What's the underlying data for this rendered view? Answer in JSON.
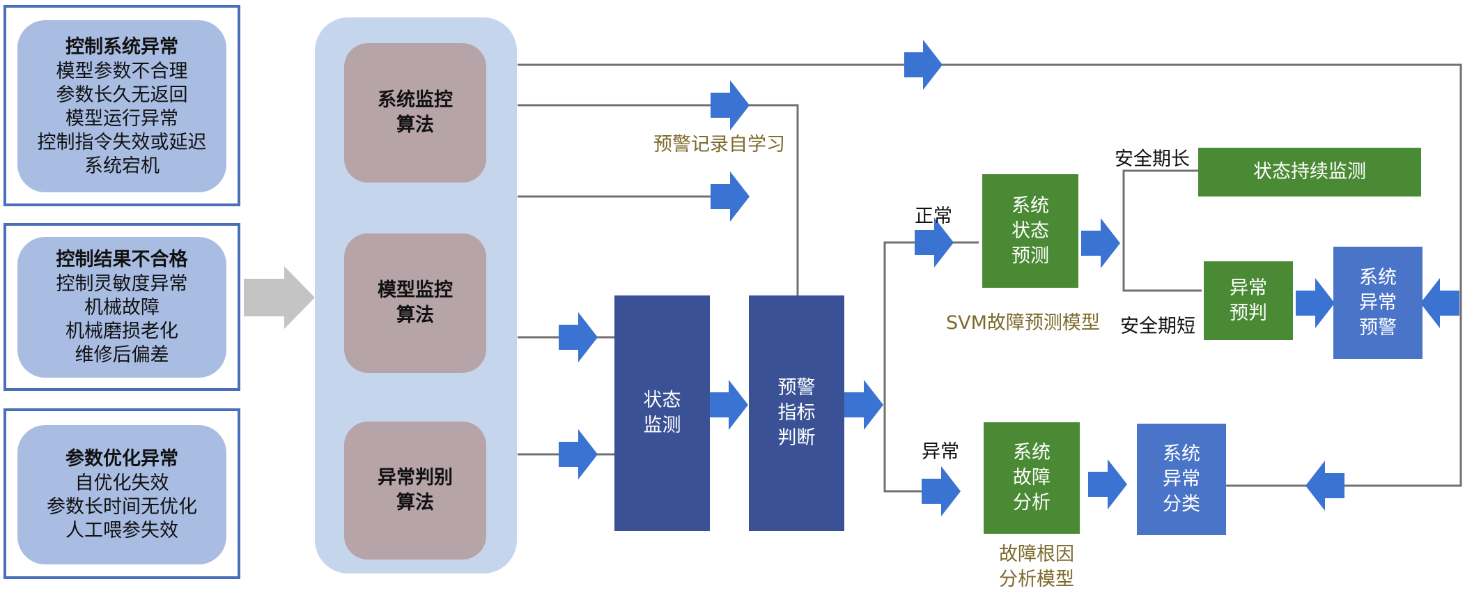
{
  "inputs": [
    {
      "title": "控制系统异常",
      "lines": [
        "模型参数不合理",
        "参数长久无返回",
        "模型运行异常",
        "控制指令失效或延迟",
        "系统宕机"
      ]
    },
    {
      "title": "控制结果不合格",
      "lines": [
        "控制灵敏度异常",
        "机械故障",
        "机械磨损老化",
        "维修后偏差"
      ]
    },
    {
      "title": "参数优化异常",
      "lines": [
        "自优化失效",
        "参数长时间无优化",
        "人工喂参失效"
      ]
    }
  ],
  "algorithms": [
    "系统监控\n算法",
    "模型监控\n算法",
    "异常判别\n算法"
  ],
  "processing": {
    "state_monitor": "状态\n监测",
    "warning_judge": "预警\n指标\n判断"
  },
  "normal_branch": {
    "label": "正常",
    "state_predict": "系统\n状态\n预测",
    "model_label": "SVM故障预测模型",
    "safe_long": "安全期长",
    "safe_short": "安全期短",
    "continuous_monitor": "状态持续监测",
    "anomaly_prejudge": "异常\n预判",
    "system_warning": "系统\n异常\n预警"
  },
  "abnormal_branch": {
    "label": "异常",
    "fault_analysis": "系统\n故障\n分析",
    "model_label": "故障根因\n分析模型",
    "anomaly_classify": "系统\n异常\n分类"
  },
  "feedback_label": "预警记录自学习",
  "colors": {
    "frame": "#4a6fb8",
    "input_fill": "#a9bde3",
    "column_bg": "#c5d5ec",
    "algorithm_fill": "#b7a4a8",
    "navy": "#3a5295",
    "green": "#4b8a34",
    "blue": "#4a74c8",
    "arrow": "#3b73d2",
    "big_arrow": "#c4c4c4",
    "line": "#707070",
    "olive_text": "#7d6a2c"
  }
}
